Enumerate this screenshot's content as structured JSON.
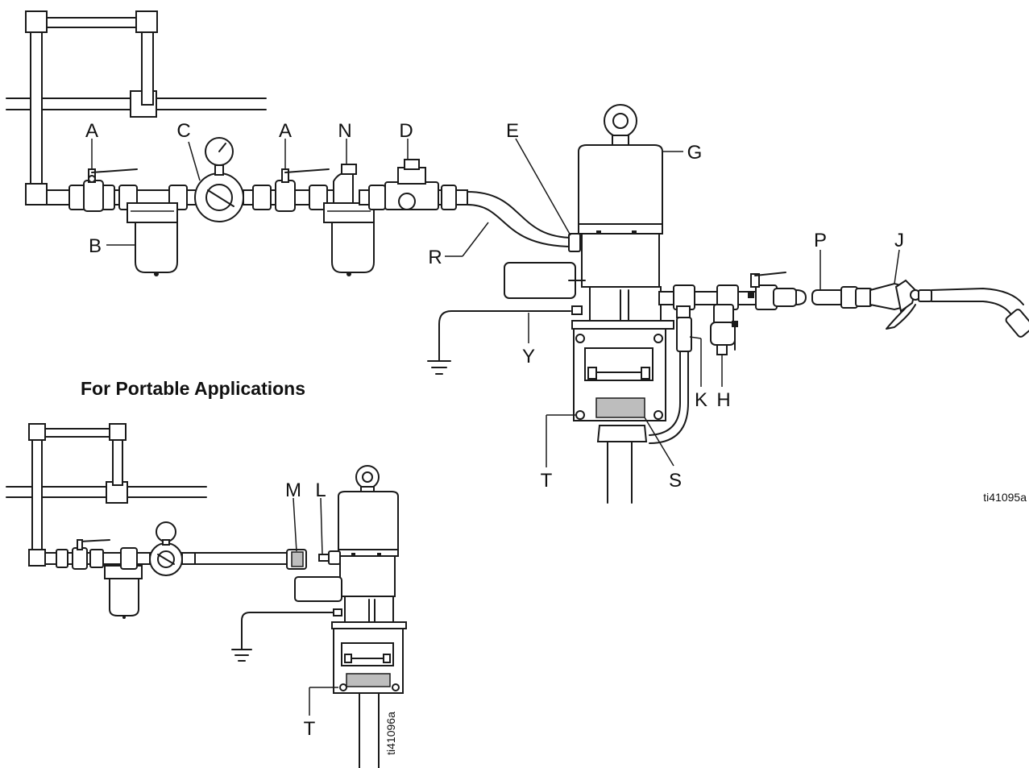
{
  "section_heading": "For Portable Applications",
  "figure_ids": {
    "main": "ti41095a",
    "portable": "ti41096a"
  },
  "callouts": {
    "A1": "A",
    "C": "C",
    "A2": "A",
    "N": "N",
    "D": "D",
    "E": "E",
    "G": "G",
    "B": "B",
    "R": "R",
    "P": "P",
    "J": "J",
    "Y": "Y",
    "K": "K",
    "H": "H",
    "T1": "T",
    "S": "S",
    "M": "M",
    "L": "L",
    "T2": "T"
  }
}
